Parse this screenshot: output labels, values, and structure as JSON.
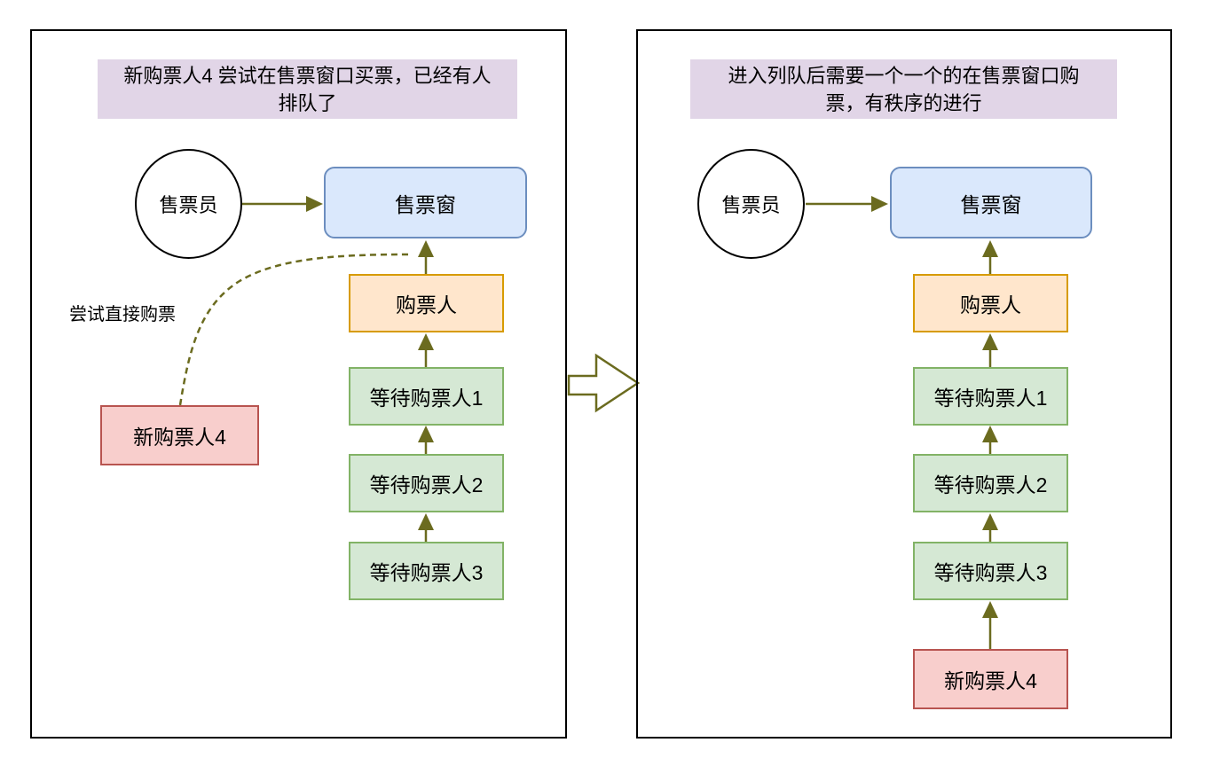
{
  "palette": {
    "connector": "#6b6b1f",
    "title_fill": "#e1d5e7",
    "window_fill": "#dae8fc",
    "window_stroke": "#6c8ebf",
    "buyer_fill": "#ffe6cc",
    "buyer_stroke": "#d79b00",
    "wait_fill": "#d5e8d4",
    "wait_stroke": "#82b366",
    "new_fill": "#f8cecc",
    "new_stroke": "#b85450",
    "panel_border": "#000000"
  },
  "panels": {
    "0": {
      "title": "新购票人4 尝试在售票窗口买票，已经有人\n排队了",
      "clerk": "售票员",
      "window": "售票窗",
      "buyer": "购票人",
      "waiting": {
        "0": "等待购票人1",
        "1": "等待购票人2",
        "2": "等待购票人3"
      },
      "new_buyer": "新购票人4",
      "annotation": "尝试直接购票"
    },
    "1": {
      "title": "进入列队后需要一个一个的在售票窗口购\n票，有秩序的进行",
      "clerk": "售票员",
      "window": "售票窗",
      "buyer": "购票人",
      "waiting": {
        "0": "等待购票人1",
        "1": "等待购票人2",
        "2": "等待购票人3"
      },
      "new_buyer": "新购票人4"
    }
  }
}
